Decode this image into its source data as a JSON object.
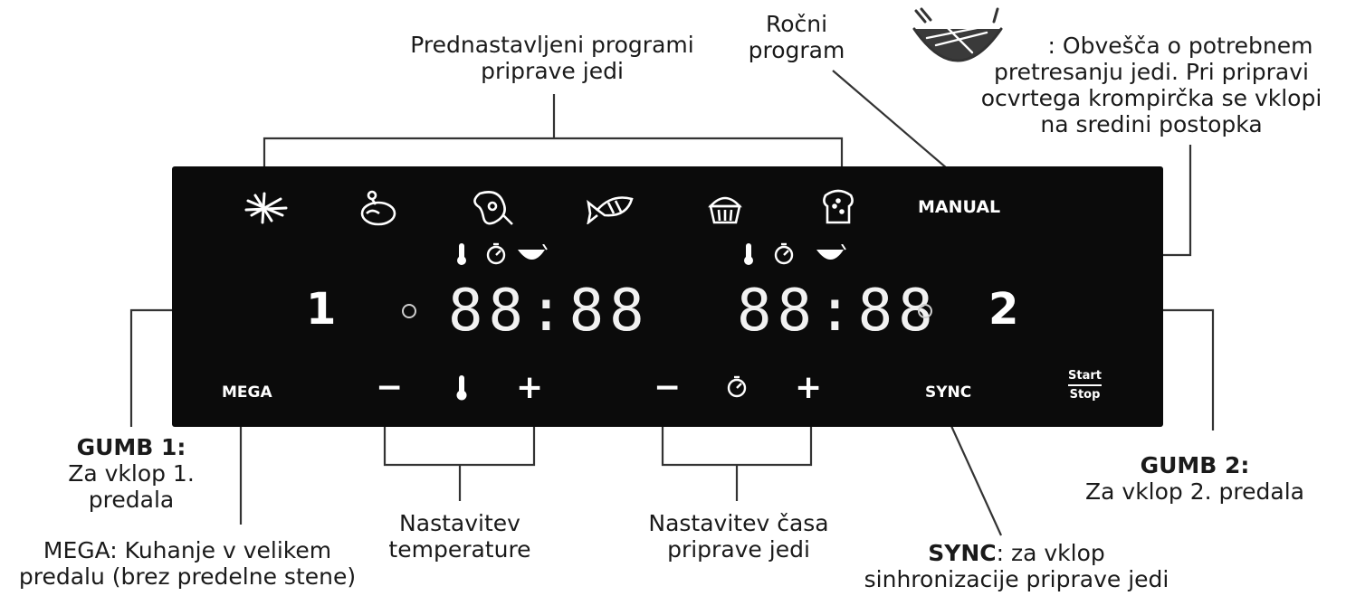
{
  "labels": {
    "presets_line1": "Prednastavljeni programi",
    "presets_line2": "priprave jedi",
    "manual_line1": "Ročni",
    "manual_line2": "program",
    "shake_line1": ": Obvešča o potrebnem",
    "shake_line2": "pretresanju jedi. Pri pripravi",
    "shake_line3": "ocvrtega krompirčka se vklopi",
    "shake_line4": "na sredini postopka",
    "gumb1_title": "GUMB 1:",
    "gumb1_line1": "Za vklop 1.",
    "gumb1_line2": "predala",
    "mega_line1": "MEGA: Kuhanje v velikem",
    "mega_line2": "predalu (brez predelne stene)",
    "temp_line1": "Nastavitev",
    "temp_line2": "temperature",
    "time_line1": "Nastavitev časa",
    "time_line2": "priprave jedi",
    "sync_title": "SYNC",
    "sync_line1": ": za vklop",
    "sync_line2": "sinhronizacije priprave jedi",
    "gumb2_title": "GUMB 2:",
    "gumb2_line1": "Za vklop 2. predala"
  },
  "panel": {
    "manual_label": "MANUAL",
    "display_left": "88:88",
    "display_right": "88:88",
    "button1": "1",
    "button2": "2",
    "mega_label": "MEGA",
    "minus": "−",
    "plus": "+",
    "sync_label": "SYNC",
    "start_label": "Start",
    "stop_label": "Stop"
  },
  "icons": [
    "fries-icon",
    "chicken-icon",
    "steak-icon",
    "fish-icon",
    "cake-icon",
    "bread-icon",
    "thermometer-icon",
    "timer-icon",
    "shake-basket-icon"
  ],
  "colors": {
    "panel": "#0b0b0b",
    "panel_text": "#ffffff",
    "line": "#333333"
  }
}
